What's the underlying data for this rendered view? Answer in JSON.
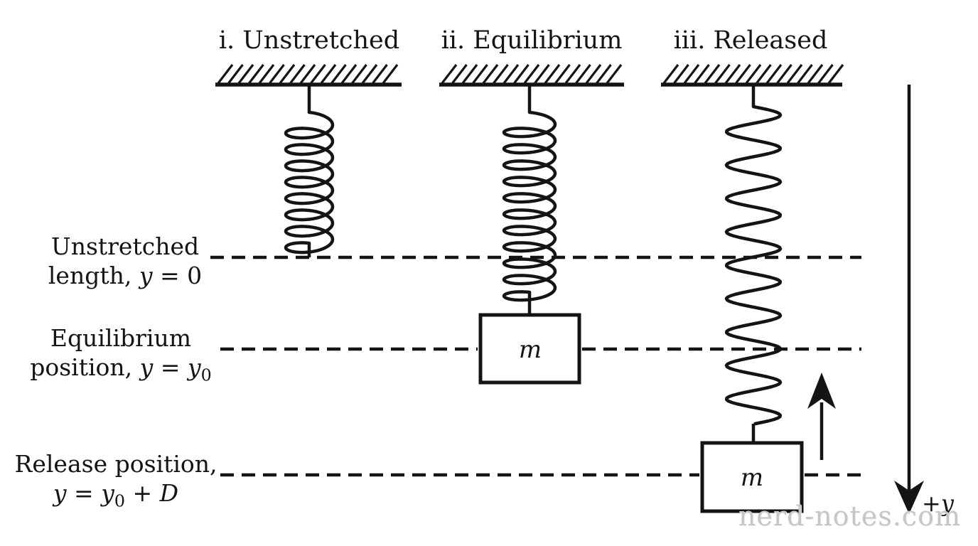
{
  "diagram": {
    "title": "Vertical spring-mass system states",
    "headers": [
      {
        "label": "i. Unstretched"
      },
      {
        "label": "ii. Equilibrium"
      },
      {
        "label": "iii. Released"
      }
    ],
    "row_labels": [
      {
        "line1": "Unstretched",
        "line2_text": "length, ",
        "line2_math": "y = 0"
      },
      {
        "line1": "Equilibrium",
        "line2_text": "position, ",
        "line2_math": "y = y_0"
      },
      {
        "line1": "Release position,",
        "line2_text": "",
        "line2_math": "y = y_0 + D"
      }
    ],
    "mass_label": "m",
    "axis_label": "+y",
    "watermark": "nerd-notes.com",
    "colors": {
      "ink": "#141414",
      "watermark": "#c6c6c6",
      "background": "#ffffff"
    }
  }
}
